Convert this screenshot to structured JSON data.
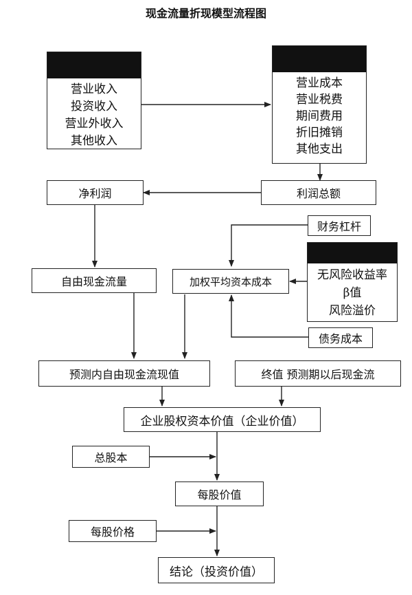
{
  "title": "现金流量折现模型流程图",
  "nodes": {
    "income": {
      "items": [
        "营业收入",
        "投资收入",
        "营业外收入",
        "其他收入"
      ]
    },
    "costs": {
      "items": [
        "营业成本",
        "营业税费",
        "期间费用",
        "折旧摊销",
        "其他支出"
      ]
    },
    "net_profit": "净利润",
    "total_profit": "利润总额",
    "financial_leverage": "财务杠杆",
    "free_cash_flow": "自由现金流量",
    "wacc": "加权平均资本成本",
    "risk_factors": {
      "items": [
        "无风险收益率",
        "β值",
        "风险溢价"
      ]
    },
    "debt_cost": "债务成本",
    "pv_free_cash_flow": "预测内自由现金流现值",
    "terminal_value": "终值  预测期以后现金流",
    "enterprise_value": "企业股权资本价值（企业价值）",
    "total_shares": "总股本",
    "value_per_share": "每股价值",
    "price_per_share": "每股价格",
    "conclusion": "结论（投资价值）"
  }
}
